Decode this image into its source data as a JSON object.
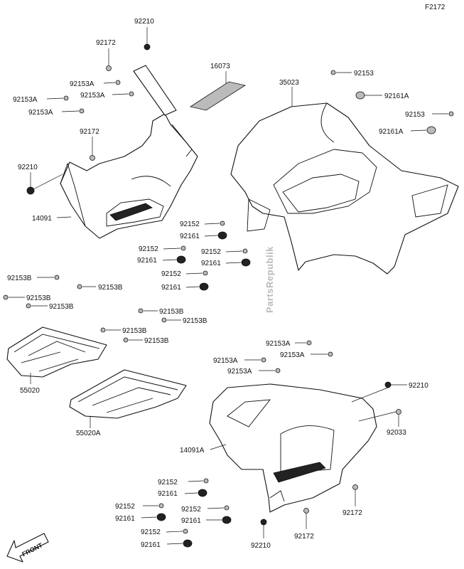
{
  "figure_id": "F2172",
  "watermark": "PartsRepublik",
  "front_label": "FRONT",
  "labels": {
    "p92210_top": "92210",
    "p92172_top": "92172",
    "p16073": "16073",
    "p35023": "35023",
    "p92153_rt": "92153",
    "p92161A_1": "92161A",
    "p92153_rt2": "92153",
    "p92161A_2": "92161A",
    "p92153A_1": "92153A",
    "p92153A_2": "92153A",
    "p92153A_3": "92153A",
    "p92153A_4": "92153A",
    "p92172_mid": "92172",
    "p92210_left": "92210",
    "p14091": "14091",
    "p92152_1": "92152",
    "p92161_1": "92161",
    "p92152_2": "92152",
    "p92161_2": "92161",
    "p92152_3": "92152",
    "p92161_3": "92161",
    "p92152_4": "92152",
    "p92161_4": "92161",
    "p92153B_1": "92153B",
    "p92153B_2": "92153B",
    "p92153B_3": "92153B",
    "p92153B_4": "92153B",
    "p92153B_5": "92153B",
    "p92153B_6": "92153B",
    "p92153B_7": "92153B",
    "p92153B_8": "92153B",
    "p92153A_5": "92153A",
    "p92153A_6": "92153A",
    "p92153A_7": "92153A",
    "p92153A_8": "92153A",
    "p55020": "55020",
    "p55020A": "55020A",
    "p92210_r": "92210",
    "p92033": "92033",
    "p14091A": "14091A",
    "p92152_5": "92152",
    "p92161_5": "92161",
    "p92152_6": "92152",
    "p92161_6": "92161",
    "p92152_7": "92152",
    "p92161_7": "92161",
    "p92152_8": "92152",
    "p92161_8": "92161",
    "p92172_bot1": "92172",
    "p92172_bot2": "92172",
    "p92210_bot": "92210"
  }
}
